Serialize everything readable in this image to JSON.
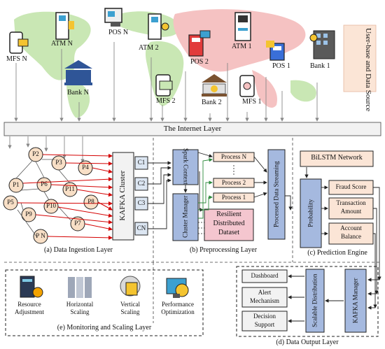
{
  "source_panel": {
    "label": "User-base and Data Source",
    "nodes": {
      "mfs_n": "MFS N",
      "atm_n": "ATM N",
      "pos_n": "POS N",
      "bank_n": "Bank N",
      "atm_2": "ATM 2",
      "pos_2": "POS 2",
      "mfs_2": "MFS 2",
      "bank_2": "Bank 2",
      "atm_1": "ATM 1",
      "mfs_1": "MFS 1",
      "pos_1": "POS 1",
      "bank_1": "Bank 1"
    }
  },
  "internet_layer": "The Internet Layer",
  "ingestion": {
    "caption": "(a) Data Ingestion Layer",
    "kafka_cluster": "KAFKA Cluster",
    "partitions": [
      "C1",
      "C2",
      "C3",
      "CN"
    ],
    "producers": [
      "P1",
      "P2",
      "P3",
      "P4",
      "P5",
      "P6",
      "P7",
      "P8",
      "P9",
      "P10",
      "P11",
      "P N"
    ]
  },
  "preprocessing": {
    "caption": "(b) Preprocessing Layer",
    "spark_context": "Spark Context",
    "cluster_manager": "Cluster Manager",
    "processes": [
      "Process N",
      "Process 2",
      "Process 1"
    ],
    "rdd": [
      "Resilient",
      "Distributed",
      "Dataset"
    ],
    "streaming": "Processed Data Streaming"
  },
  "prediction": {
    "caption": "(c) Prediction Engine",
    "bilstm": "BiLSTM Network",
    "probability": "Probability",
    "fraud_score": "Fraud Score",
    "transaction_amount": [
      "Transaction",
      "Amount"
    ],
    "account_balance": [
      "Account",
      "Balance"
    ]
  },
  "monitoring": {
    "caption": "(e) Monitoring and Scaling Layer",
    "items": [
      {
        "line1": "Resource",
        "line2": "Adjustment",
        "icon": "server-gear-icon"
      },
      {
        "line1": "Horizontal",
        "line2": "Scaling",
        "icon": "horizontal-scale-icon"
      },
      {
        "line1": "Vertical",
        "line2": "Scaling",
        "icon": "vertical-scale-icon"
      },
      {
        "line1": "Performance",
        "line2": "Optimization",
        "icon": "performance-icon"
      }
    ]
  },
  "output": {
    "caption": "(d) Data Output Layer",
    "dashboard": "Dashboard",
    "alert": [
      "Alert",
      "Mechanism"
    ],
    "decision": [
      "Decision",
      "Support"
    ],
    "scalable": "Scalable Distribution",
    "kafka_manager": "KAFKA Manager"
  },
  "colors": {
    "map_green": "#c9e7b4",
    "map_pink": "#f5c2c2",
    "node_fill": "#f8dfc6",
    "box_fill": "#fbe5d6",
    "blue_box": "#a5b9df",
    "rdd_fill": "#f4c6cf",
    "red_arrow": "#d40000",
    "green_arrow": "#2e8b3c",
    "bar_fill": "#f2f2f2"
  }
}
